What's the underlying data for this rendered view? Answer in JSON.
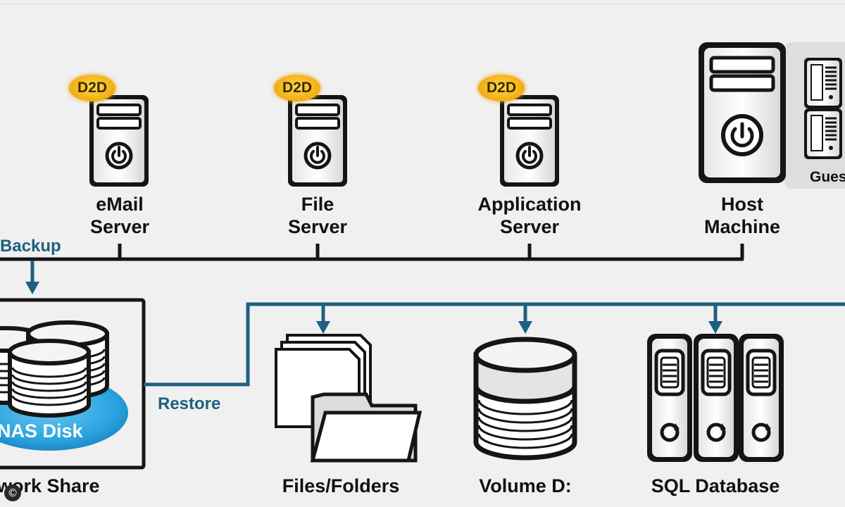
{
  "badge_text": "D2D",
  "servers": [
    {
      "line1": "eMail",
      "line2": "Server"
    },
    {
      "line1": "File",
      "line2": "Server"
    },
    {
      "line1": "Application",
      "line2": "Server"
    }
  ],
  "host": {
    "line1": "Host",
    "line2": "Machine",
    "guest_label": "Gues"
  },
  "backup_label": "Backup",
  "restore_label": "Restore",
  "nas": {
    "disk_label": "NAS Disk",
    "share_label": "work Share"
  },
  "targets": {
    "files": "Files/Folders",
    "volume": "Volume D:",
    "sql": "SQL Database"
  },
  "copyright_symbol": "©",
  "colors": {
    "line_blue": "#1f5f80",
    "badge_gold": "#f4b51c",
    "disk_blue": "#29a3e0"
  }
}
